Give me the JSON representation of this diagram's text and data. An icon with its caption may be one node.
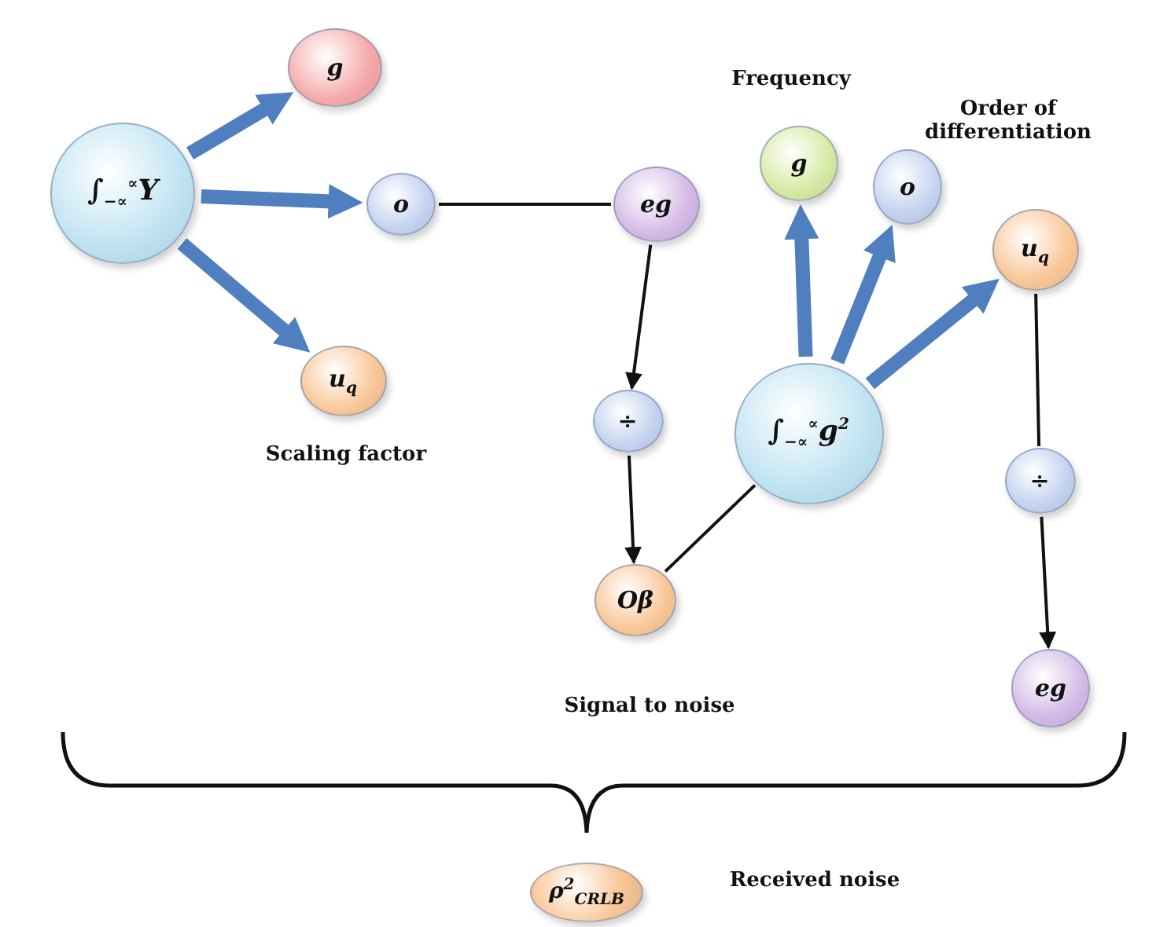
{
  "diagram": {
    "nodes": [
      {
        "text": [
          "∫$_{−∝}$$^{∝}$Y"
        ]
      },
      {
        "text": [
          "g"
        ]
      },
      {
        "text": [
          "o"
        ]
      },
      {
        "text": [
          "u$_{q}$"
        ],
        "beside": [
          "Scaling factor"
        ]
      },
      {
        "text": [
          "eg"
        ]
      },
      {
        "text": [
          "÷"
        ]
      },
      {
        "text": [
          "Oβ"
        ],
        "beside": [
          "Signal to noise"
        ]
      },
      {
        "text": [
          "g"
        ],
        "beside": [
          "Frequency"
        ]
      },
      {
        "text": [
          "o"
        ],
        "beside": [
          "Order of differentiation"
        ]
      },
      {
        "text": [
          "∫$_{−∝}$$^{∝}$g$^{2}$"
        ]
      },
      {
        "text": [
          "u$_{q}$"
        ]
      },
      {
        "text": [
          "÷"
        ]
      },
      {
        "text": [
          "eg"
        ]
      },
      {
        "text": [
          "ρ$^{2}$$_{CRLB}$"
        ]
      }
    ],
    "edges": [
      {
        "from": 0,
        "to": 1,
        "arrow": "to",
        "style": "thick",
        "color": "#4f7fbf"
      },
      {
        "from": 0,
        "to": 2,
        "arrow": "to",
        "style": "thick",
        "color": "#4f7fbf"
      },
      {
        "from": 0,
        "to": 3,
        "arrow": "to",
        "style": "thick",
        "color": "#4f7fbf"
      },
      {
        "from": 2,
        "to": 4,
        "arrow": "none",
        "color": "#111111"
      },
      {
        "from": 4,
        "to": 5,
        "arrow": "to",
        "color": "#111111"
      },
      {
        "from": 5,
        "to": 6,
        "arrow": "to",
        "color": "#111111"
      },
      {
        "from": 6,
        "to": 9,
        "arrow": "none",
        "color": "#111111"
      },
      {
        "from": 9,
        "to": 7,
        "arrow": "to",
        "style": "thick",
        "color": "#4f7fbf"
      },
      {
        "from": 9,
        "to": 8,
        "arrow": "to",
        "style": "thick",
        "color": "#4f7fbf"
      },
      {
        "from": 9,
        "to": 10,
        "arrow": "to",
        "style": "thick",
        "color": "#4f7fbf"
      },
      {
        "from": 10,
        "to": 11,
        "arrow": "none",
        "color": "#111111"
      },
      {
        "from": 11,
        "to": 12,
        "arrow": "to",
        "color": "#111111"
      }
    ],
    "labels": [
      "Received noise"
    ]
  }
}
